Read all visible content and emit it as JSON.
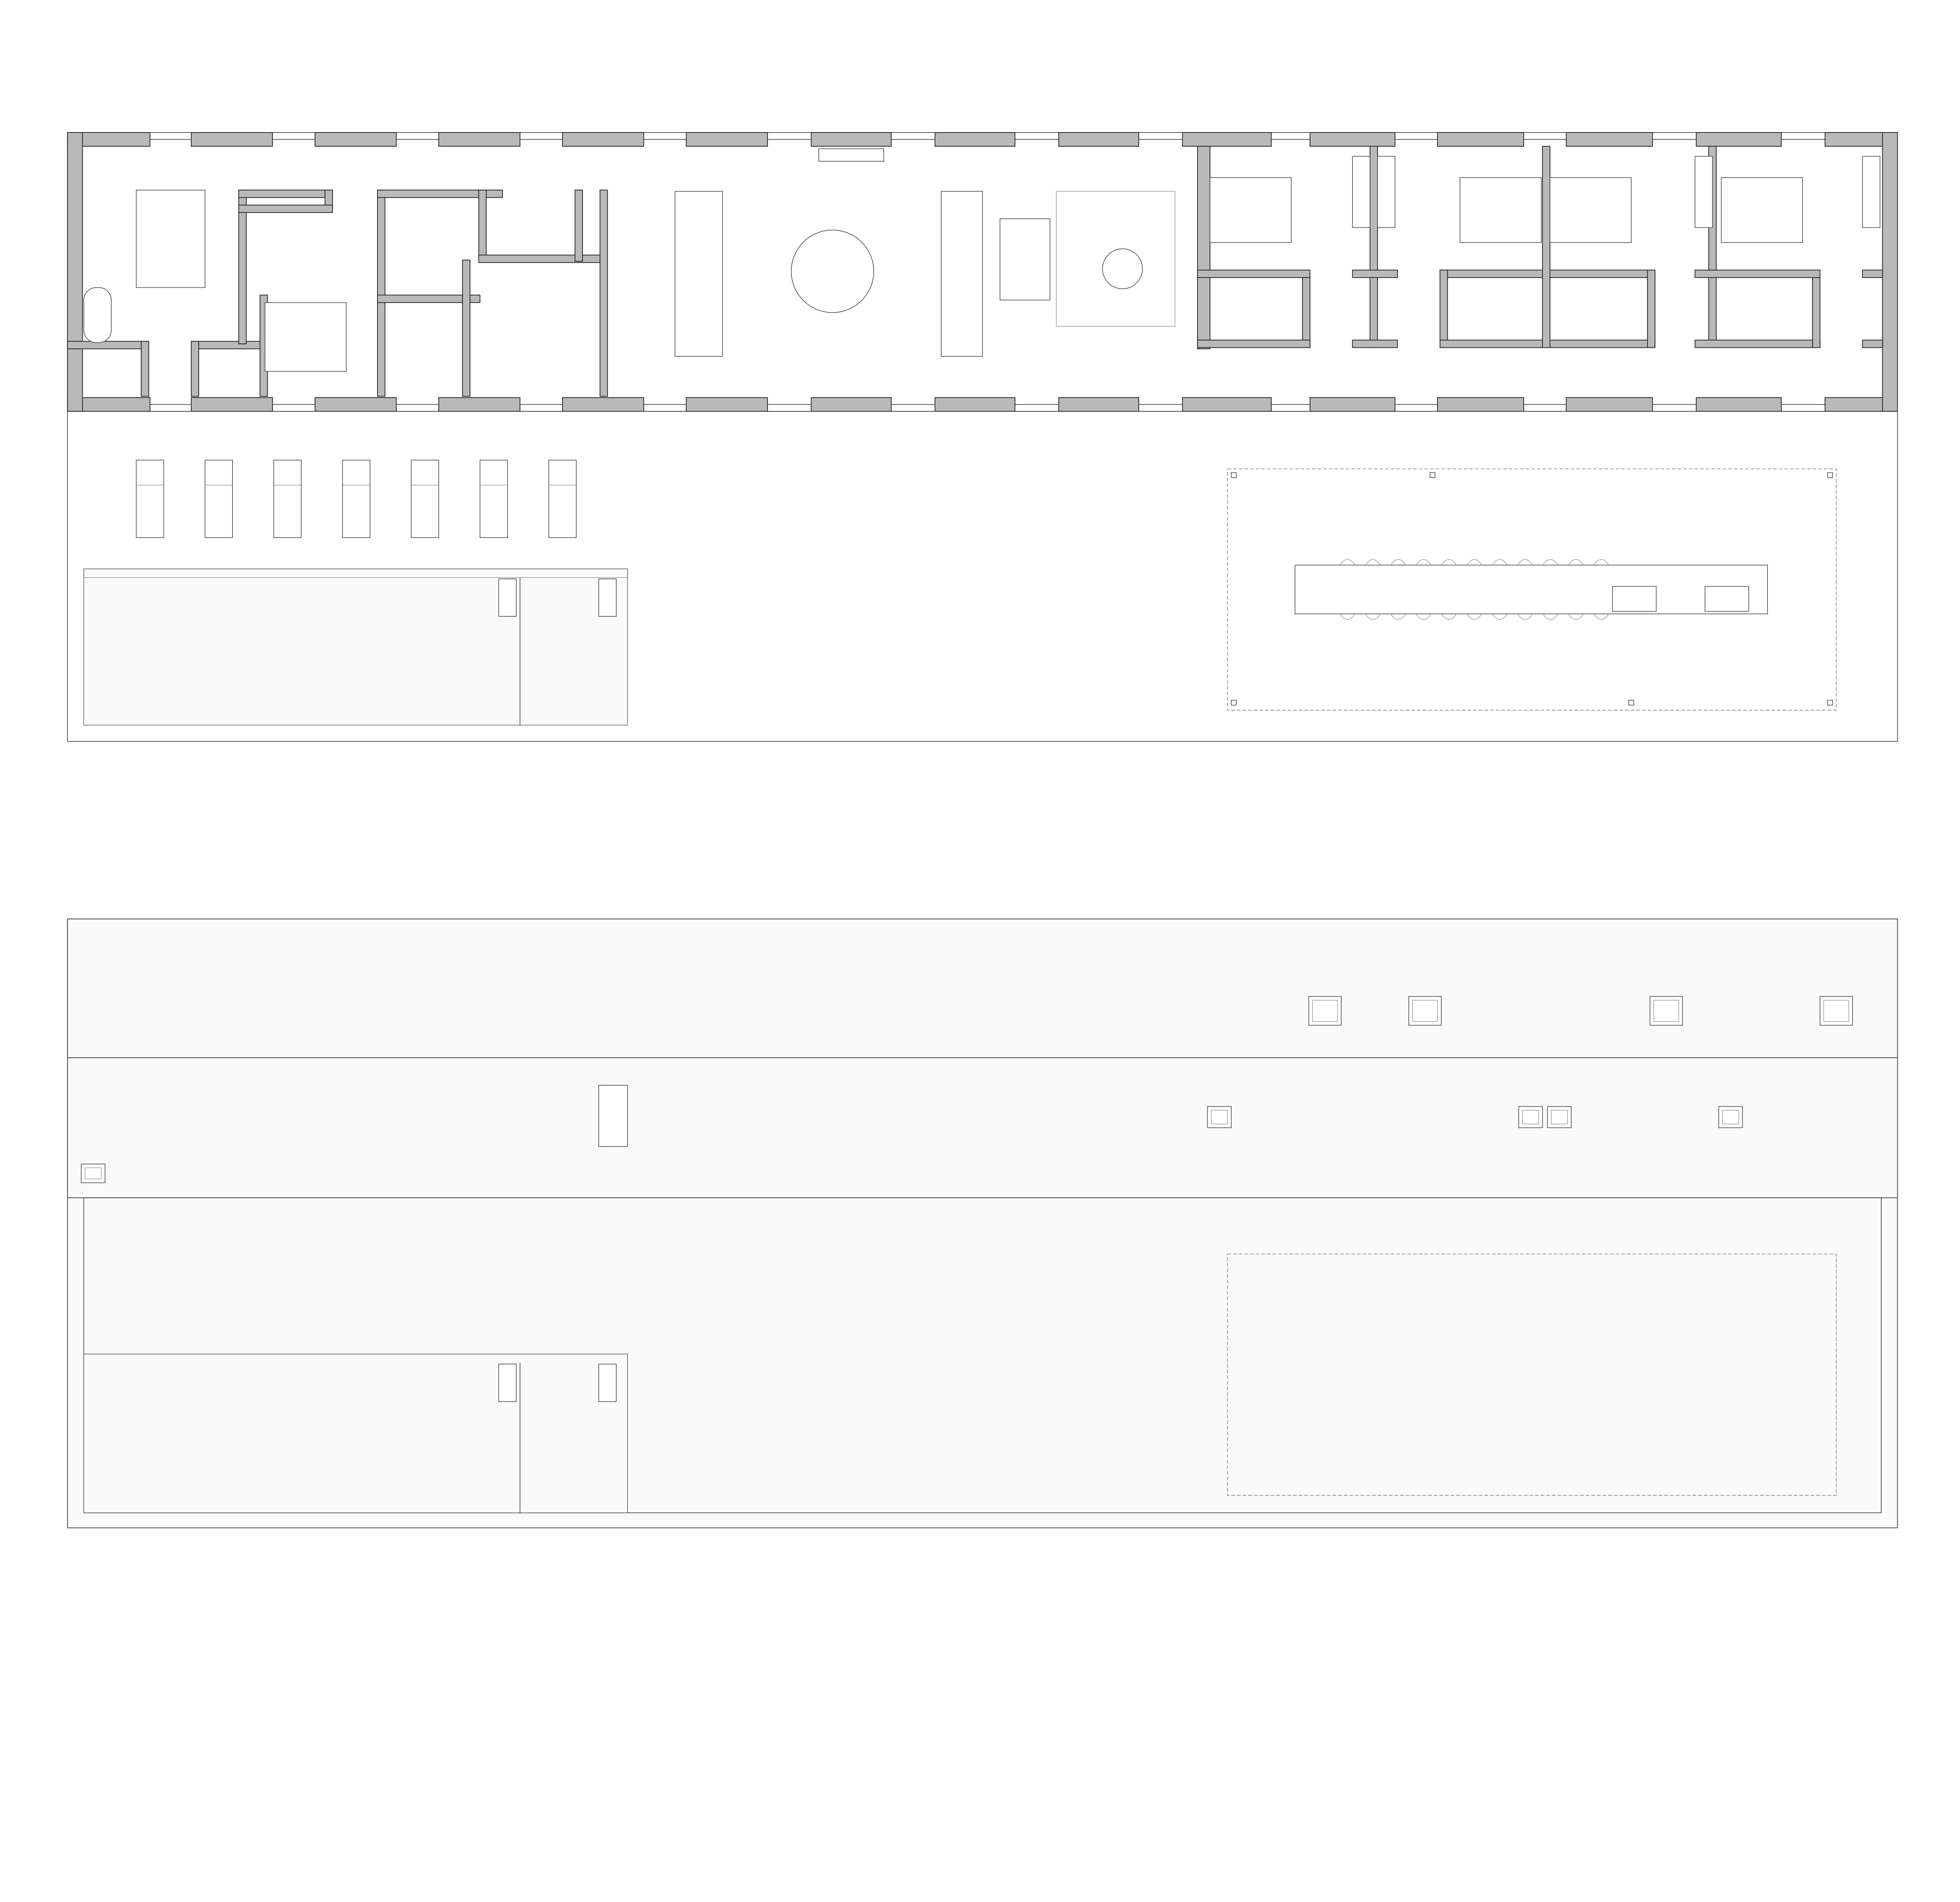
{
  "drawing": {
    "type": "architectural-plan",
    "views": [
      "floor-plan",
      "roof-plan"
    ],
    "colors": {
      "wall_fill": "#b9b9b9",
      "line": "#333333",
      "background": "#ffffff"
    }
  }
}
